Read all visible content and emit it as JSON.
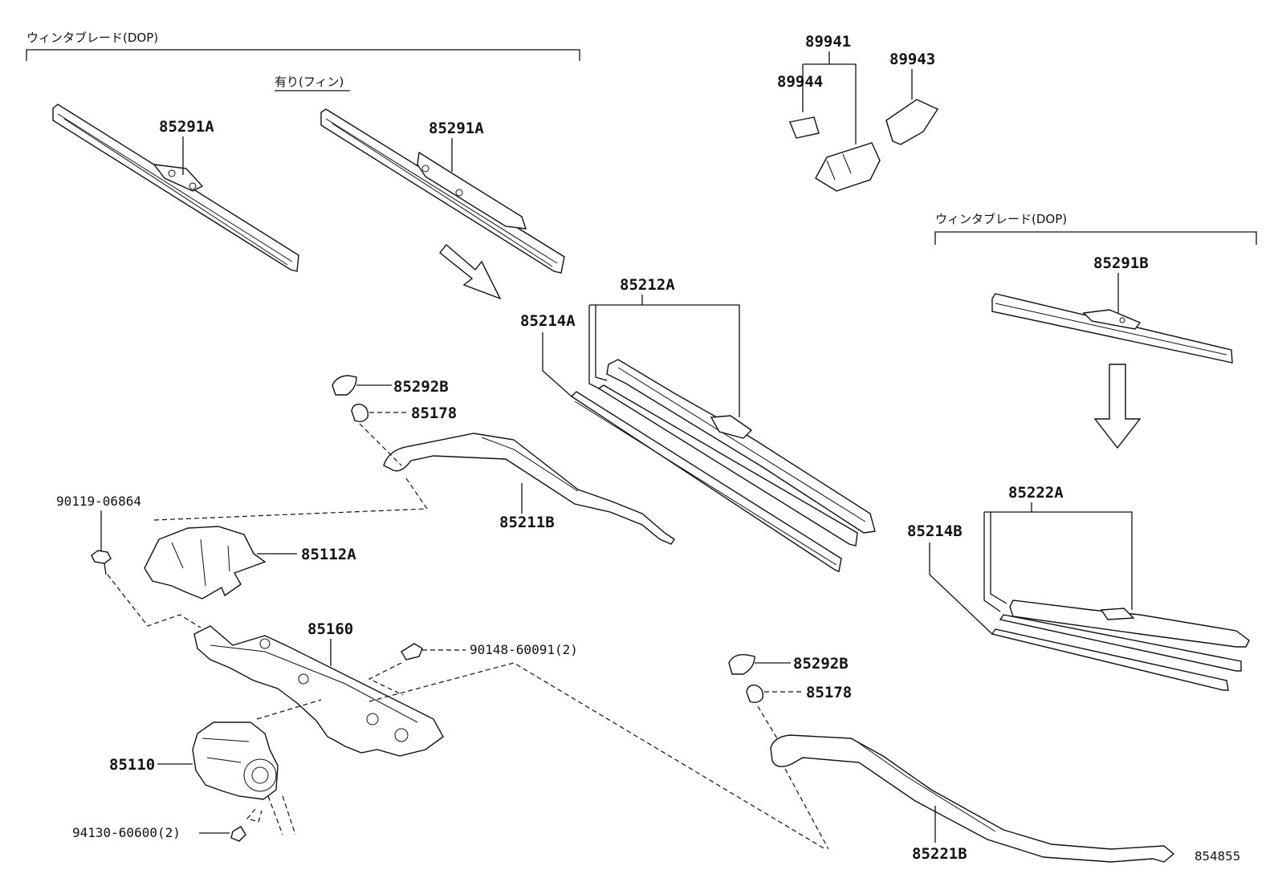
{
  "groups": {
    "dop_left": "ウィンタブレード(DOP)",
    "with_fin": "有り(フィン)",
    "dop_right": "ウィンタブレード(DOP)"
  },
  "parts": {
    "p85291A_1": "85291A",
    "p85291A_2": "85291A",
    "p89941": "89941",
    "p89944": "89944",
    "p89943": "89943",
    "p85291B": "85291B",
    "p85212A": "85212A",
    "p85214A": "85214A",
    "p85292B_1": "85292B",
    "p85178_1": "85178",
    "p85211B": "85211B",
    "p90119": "90119-06864",
    "p85112A": "85112A",
    "p85160": "85160",
    "p90148": "90148-60091(2)",
    "p85110": "85110",
    "p94130": "94130-60600(2)",
    "p85222A": "85222A",
    "p85214B": "85214B",
    "p85292B_2": "85292B",
    "p85178_2": "85178",
    "p85221B": "85221B"
  },
  "figure_ref": "854855"
}
